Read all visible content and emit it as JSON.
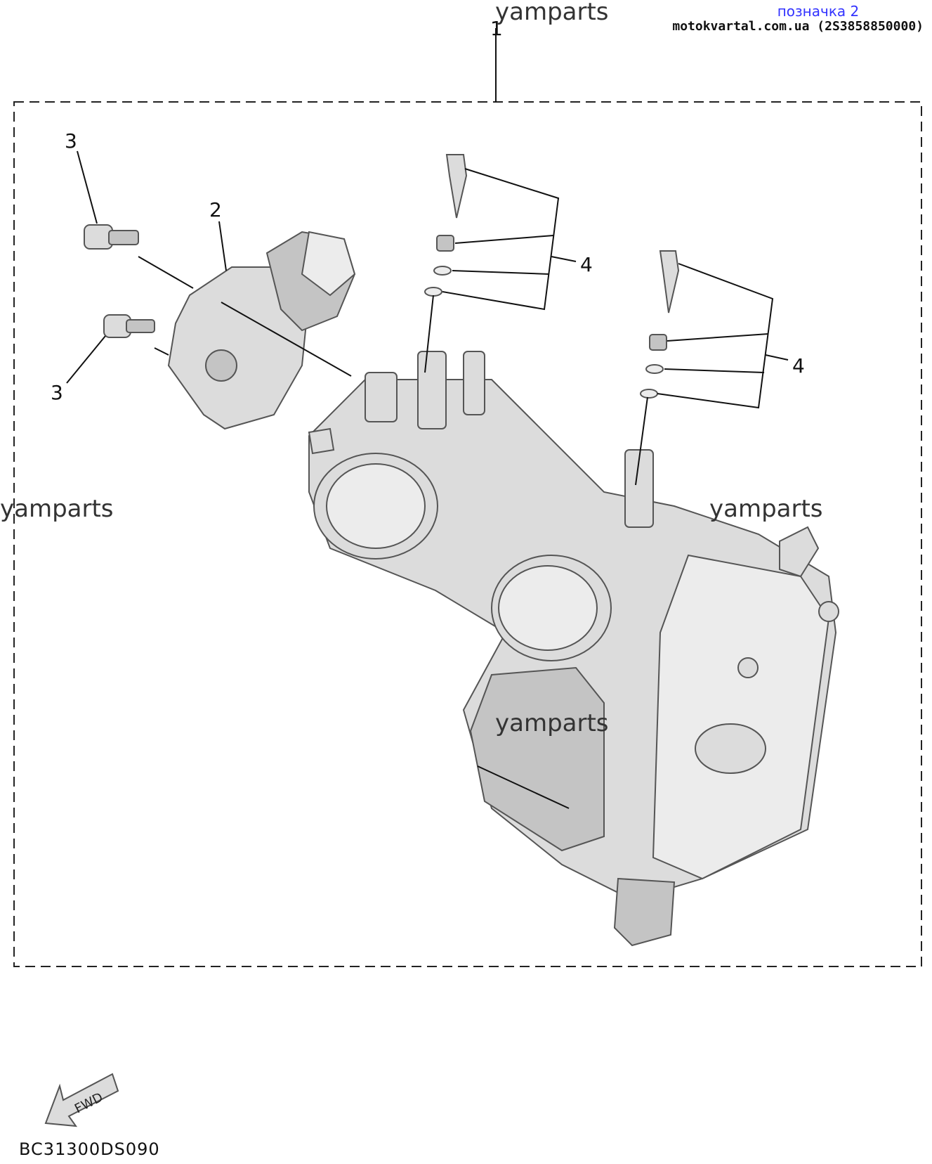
{
  "watermark": "yamparts",
  "badge": {
    "title": "позначка 2",
    "site": "motokvartal.com.ua (2S3858850000)"
  },
  "callouts": {
    "assembly": "1",
    "sensor": "2",
    "screw_upper": "3",
    "screw_lower": "3",
    "kit_left": "4",
    "kit_right": "4"
  },
  "fwd_label": "FWD",
  "diagram_code": "BC31300DS090",
  "colors": {
    "part_fill": "#dcdcdc",
    "outline": "#555555",
    "badge_blue": "#3333ff"
  }
}
